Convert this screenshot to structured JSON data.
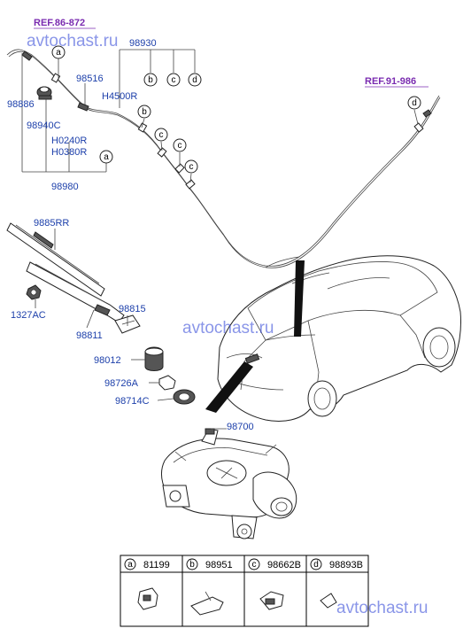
{
  "refs": {
    "top_left": "REF.86-872",
    "top_right": "REF.91-986"
  },
  "watermark": "avtochast.ru",
  "labels": {
    "p98930": "98930",
    "p98516": "98516",
    "p98886": "98886",
    "pH4500R": "H4500R",
    "p98940C": "98940C",
    "pH0240R": "H0240R",
    "pH0380R": "H0380R",
    "p98980": "98980",
    "p9885RR": "9885RR",
    "p1327AC": "1327AC",
    "p98815": "98815",
    "p98811": "98811",
    "p98012": "98012",
    "p98726A": "98726A",
    "p98714C": "98714C",
    "p98700": "98700"
  },
  "callouts": {
    "a": "a",
    "b": "b",
    "c": "c",
    "d": "d"
  },
  "legend": [
    {
      "letter": "a",
      "part": "81199"
    },
    {
      "letter": "b",
      "part": "98951"
    },
    {
      "letter": "c",
      "part": "98662B"
    },
    {
      "letter": "d",
      "part": "98893B"
    }
  ]
}
